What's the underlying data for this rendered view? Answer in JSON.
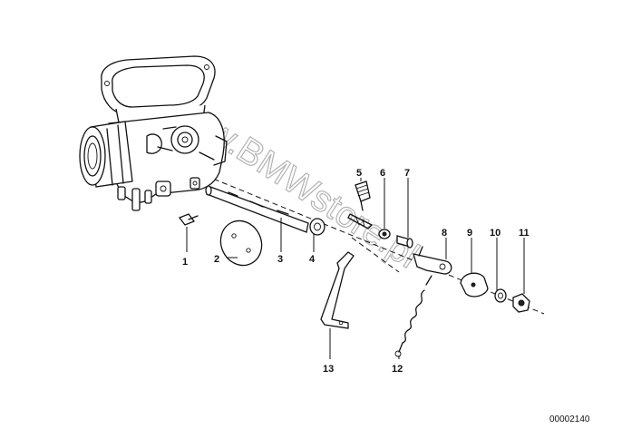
{
  "diagram": {
    "reference_number": "00002140",
    "watermark": "www.BMWstore.pl",
    "callouts": [
      {
        "id": "1",
        "label": "1"
      },
      {
        "id": "2",
        "label": "2"
      },
      {
        "id": "3",
        "label": "3"
      },
      {
        "id": "4",
        "label": "4"
      },
      {
        "id": "5",
        "label": "5"
      },
      {
        "id": "6",
        "label": "6"
      },
      {
        "id": "7",
        "label": "7"
      },
      {
        "id": "8",
        "label": "8"
      },
      {
        "id": "9",
        "label": "9"
      },
      {
        "id": "10",
        "label": "10"
      },
      {
        "id": "11",
        "label": "11"
      },
      {
        "id": "12",
        "label": "12"
      },
      {
        "id": "13",
        "label": "13"
      }
    ]
  }
}
